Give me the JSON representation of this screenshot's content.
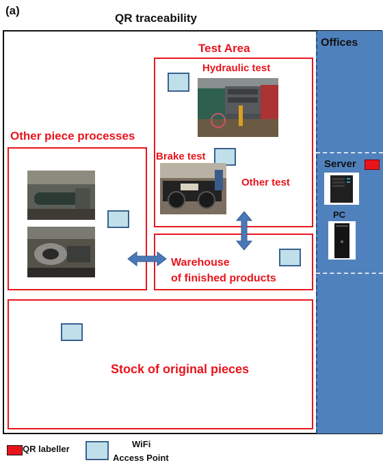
{
  "panel_label": "(a)",
  "title": "QR traceability",
  "offices": {
    "label": "Offices",
    "server_label": "Server",
    "pc_label": "PC"
  },
  "areas": {
    "test_area": "Test Area",
    "hydraulic_test": "Hydraulic test",
    "brake_test": "Brake test",
    "other_test": "Other test",
    "other_processes": "Other piece processes",
    "warehouse_line1": "Warehouse",
    "warehouse_line2": "of finished products",
    "stock": "Stock of original pieces"
  },
  "legend": {
    "qr_labeller": "QR labeller",
    "wifi_line1": "WiFi",
    "wifi_line2": "Access Point"
  },
  "colors": {
    "area_red": "#e8141c",
    "office_blue": "#4f81bd",
    "wifi_fill": "#bfe0ea",
    "arrow_blue": "#4a78b5"
  }
}
